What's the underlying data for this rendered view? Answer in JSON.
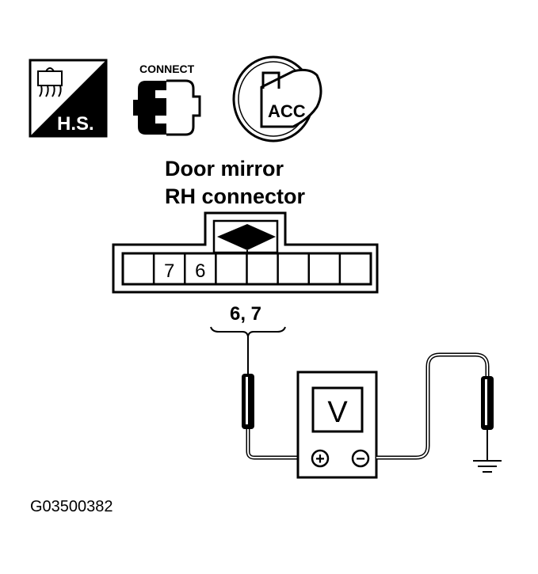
{
  "icons": {
    "hs": {
      "name": "harness-sensor-icon",
      "label": "H.S."
    },
    "connect": {
      "name": "connect-icon",
      "label": "CONNECT"
    },
    "acc": {
      "name": "ignition-acc-icon",
      "label": "ACC"
    }
  },
  "connector": {
    "title_line1": "Door mirror",
    "title_line2": "RH connector",
    "pin_labels": [
      "",
      "7",
      "6",
      "",
      "",
      "",
      "",
      ""
    ],
    "probe_label": "6, 7"
  },
  "meter": {
    "display": "V",
    "plus": "+",
    "minus": "−"
  },
  "figure_id": "G03500382",
  "colors": {
    "ink": "#000000",
    "background": "#ffffff"
  }
}
